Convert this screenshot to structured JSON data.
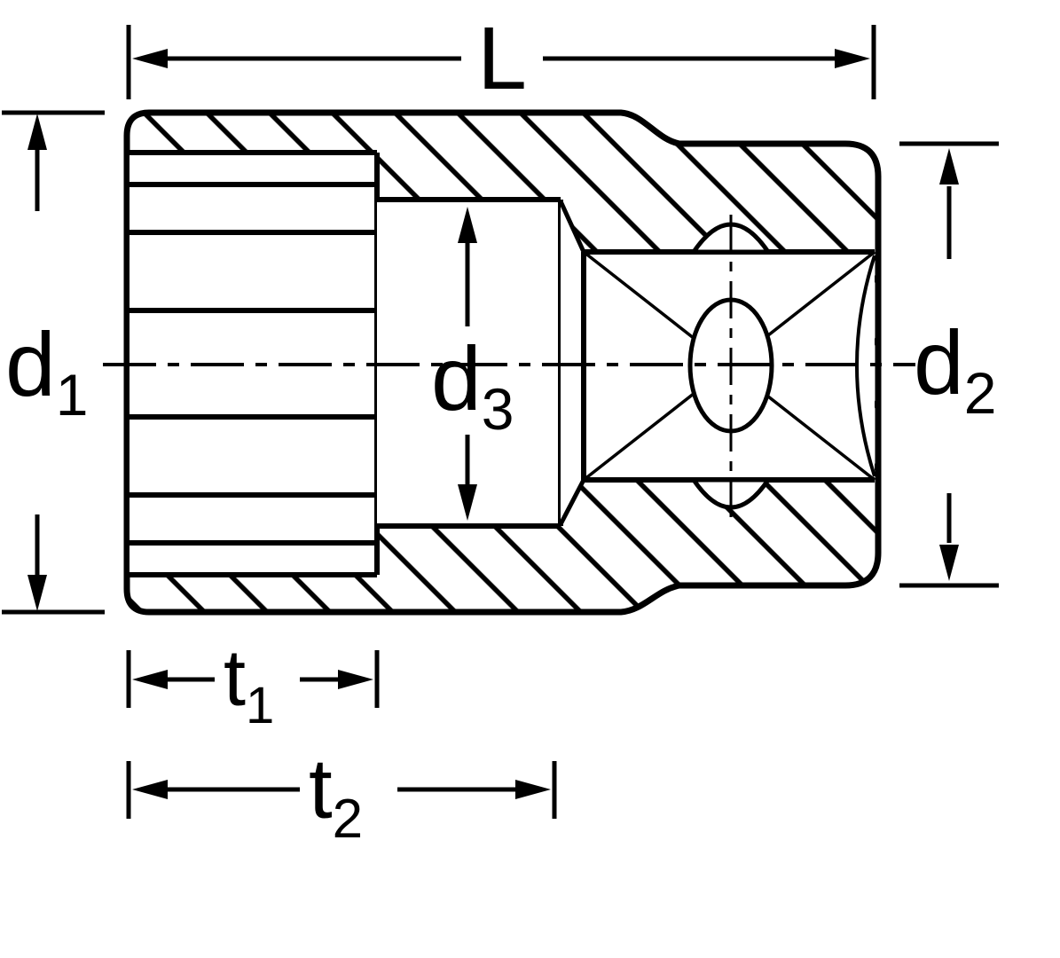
{
  "drawing": {
    "kind": "socket cross-section dimension diagram",
    "colors": {
      "line": "#000000",
      "background": "#ffffff"
    },
    "labels": {
      "L": {
        "base": "L",
        "sub": ""
      },
      "d1": {
        "base": "d",
        "sub": "1"
      },
      "d2": {
        "base": "d",
        "sub": "2"
      },
      "d3": {
        "base": "d",
        "sub": "3"
      },
      "t1": {
        "base": "t",
        "sub": "1"
      },
      "t2": {
        "base": "t",
        "sub": "2"
      }
    }
  }
}
